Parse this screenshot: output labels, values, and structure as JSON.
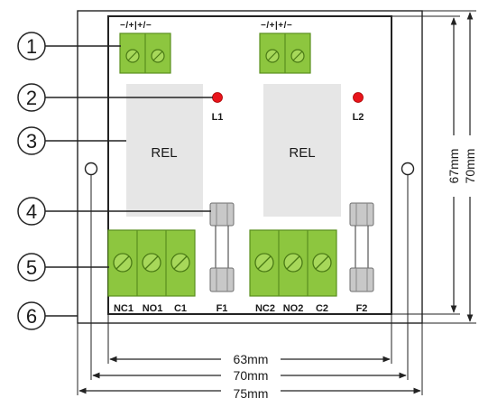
{
  "callouts": [
    "1",
    "2",
    "3",
    "4",
    "5",
    "6"
  ],
  "polarity_label": "−/+|+/−",
  "leds": [
    {
      "label": "L1",
      "color": "#e8141b"
    },
    {
      "label": "L2",
      "color": "#e8141b"
    }
  ],
  "relays": [
    {
      "label": "REL"
    },
    {
      "label": "REL"
    }
  ],
  "terminals": {
    "left": [
      "NC1",
      "NO1",
      "C1"
    ],
    "right": [
      "NC2",
      "NO2",
      "C2"
    ]
  },
  "fuses": [
    "F1",
    "F2"
  ],
  "dimensions": {
    "width_inner": "63mm",
    "width_mid": "70mm",
    "width_outer": "75mm",
    "height_inner": "67mm",
    "height_outer": "70mm"
  },
  "colors": {
    "terminal_green": "#8dc63f",
    "terminal_dark": "#5a8f1e",
    "relay_gray": "#e6e6e6",
    "fuse_gray": "#c8c8c8",
    "board_line": "#222222"
  }
}
